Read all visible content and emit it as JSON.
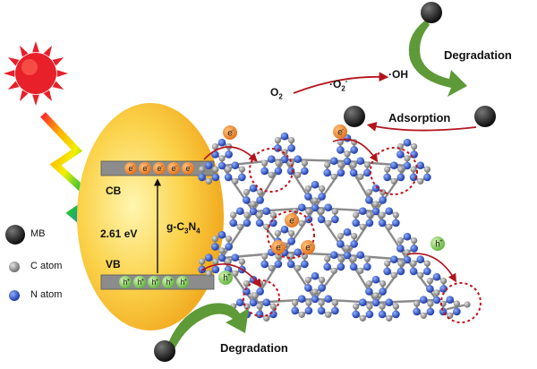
{
  "band": {
    "cb_label": "CB",
    "vb_label": "VB",
    "gap": "2.61 eV",
    "material": "g-C",
    "material_sub1": "3",
    "material_mid": "N",
    "material_sub2": "4",
    "electron": "e",
    "electron_charge": "-",
    "hole": "h",
    "hole_charge": "+"
  },
  "reactions": {
    "o2": "O",
    "o2_sub": "2",
    "superoxide": "·O",
    "superoxide_sub": "2",
    "superoxide_sup": "-",
    "hydroxyl": "·OH"
  },
  "labels": {
    "degradation_top": "Degradation",
    "adsorption": "Adsorption",
    "degradation_bottom": "Degradation"
  },
  "legend": [
    {
      "name": "MB"
    },
    {
      "name": "C atom"
    },
    {
      "name": "N atom"
    }
  ],
  "colors": {
    "sun": "#e8202a",
    "ellipse_light": "#fff3a0",
    "ellipse_dark": "#f5b21a",
    "electron": "#f08a2a",
    "hole": "#8ed46a",
    "arrow_red": "#b3141c",
    "arrow_green": "#5e9a38",
    "carbon": "#9a9a9a",
    "nitrogen": "#3355cc",
    "mb": "#222222"
  }
}
